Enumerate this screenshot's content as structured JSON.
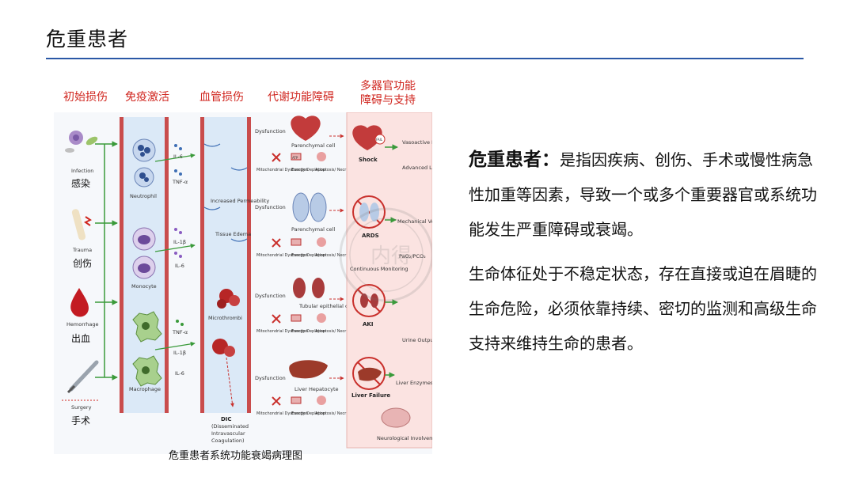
{
  "slide": {
    "title": "危重患者"
  },
  "figure": {
    "headers": [
      "初始损伤",
      "免疫激活",
      "血管损伤",
      "代谢功能障碍",
      "多器官功能障碍与支持"
    ],
    "header_last_line1": "多器官功能",
    "header_last_line2": "障碍与支持",
    "insults": [
      {
        "en": "Infection",
        "cn": "感染"
      },
      {
        "en": "Trauma",
        "cn": "创伤"
      },
      {
        "en": "Hemorrhage",
        "cn": "出血"
      },
      {
        "en": "Surgery",
        "cn": "手术"
      }
    ],
    "immune": {
      "cells": [
        "Neutrophil",
        "Monocyte",
        "Macrophage"
      ],
      "cytokines_1": [
        "IL-6",
        "TNF-α"
      ],
      "cytokines_2": [
        "IL-1β",
        "IL-6"
      ],
      "cytokines_3": [
        "TNF-α",
        "IL-1β",
        "IL-6"
      ]
    },
    "vascular": {
      "labels": [
        "Increased Permeability",
        "Tissue Edema",
        "Microthrombi"
      ],
      "dic": [
        "DIC",
        "(Disseminated",
        "Intravascular",
        "Coagulation)"
      ]
    },
    "metabolic": {
      "dysfunction": "Dysfunction",
      "organs": [
        "Parenchymal cell",
        "Parenchymal cell",
        "Tubular epithelial cell",
        "Liver Hepatocyte"
      ],
      "items": [
        "Mitochondrial Dysfunction",
        "Energy Depletion",
        "Apoptosis/ Necrosis"
      ],
      "atp": "ATP"
    },
    "mods": {
      "fail": "FAIL",
      "organs": [
        "Shock",
        "ARDS",
        "AKI",
        "Liver Failure",
        "Neurological Involvement"
      ],
      "supports": [
        "Vasoactive Drugs",
        "Advanced Life",
        "Mechanical Ventilator",
        "PaO₂/PCO₂",
        "Continuous Monitoring",
        "Urine Output",
        "Liver Enzymes (ALT/AST), Lactate"
      ]
    },
    "watermark": "内得"
  },
  "caption": "危重患者系统功能衰竭病理图",
  "description": {
    "term": "危重患者：",
    "definition": "是指因疾病、创伤、手术或慢性病急性加重等因素，导致一个或多个重要器官或系统功能发生严重障碍或衰竭。",
    "paragraph2": "生命体征处于不稳定状态，存在直接或迫在眉睫的生命危险，必须依靠持续、密切的监测和高级生命支持来维持生命的患者。"
  },
  "colors": {
    "title_rule": "#2b58a6",
    "header_red": "#d0261f",
    "vessel_red": "#c94c4c",
    "vessel_blue": "#dbe9f7",
    "mods_pink": "#fbe3e1",
    "arrow_green": "#3a9a3a"
  }
}
